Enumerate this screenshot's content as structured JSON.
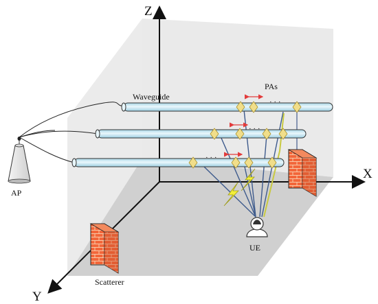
{
  "axes": {
    "z": "Z",
    "x": "X",
    "y": "Y"
  },
  "labels": {
    "waveguide": "Waveguide",
    "pas": "PAs",
    "ap": "AP",
    "ue": "UE",
    "scatterer": "Scatterer",
    "ellipsis": "· · ·"
  },
  "colors": {
    "waveguide_fill": "#c6e6f1",
    "plane": "#e6e6e6",
    "floor": "#d4d4d4",
    "pa_diamond": "#f1de8a",
    "arrow_red": "#e23b3b",
    "lightning": "#f2ef3a",
    "brick": "#f2663a"
  }
}
